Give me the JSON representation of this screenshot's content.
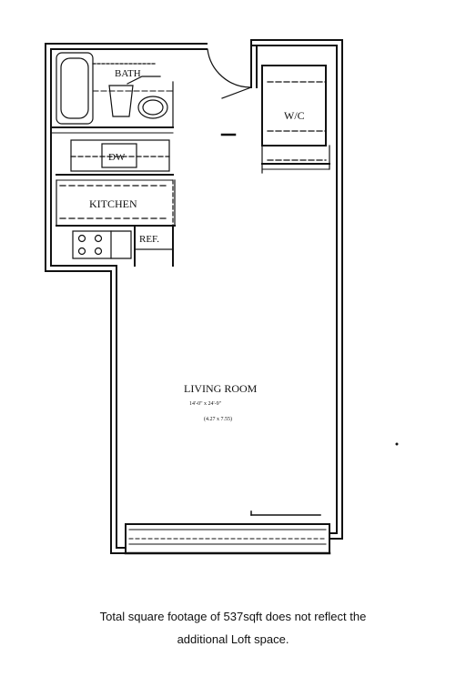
{
  "floorplan": {
    "rooms": {
      "bath": "BATH",
      "wc": "W/C",
      "kitchen": "KITCHEN",
      "dishwasher": "DW",
      "refrigerator": "REF.",
      "living": "LIVING ROOM",
      "living_dims_ft": "14'-0\" x 24'-9\"",
      "living_dims_m": "(4.27 x 7.55)"
    }
  },
  "caption": {
    "line1": "Total square footage of 537sqft does not reflect the",
    "line2": "additional Loft space."
  }
}
